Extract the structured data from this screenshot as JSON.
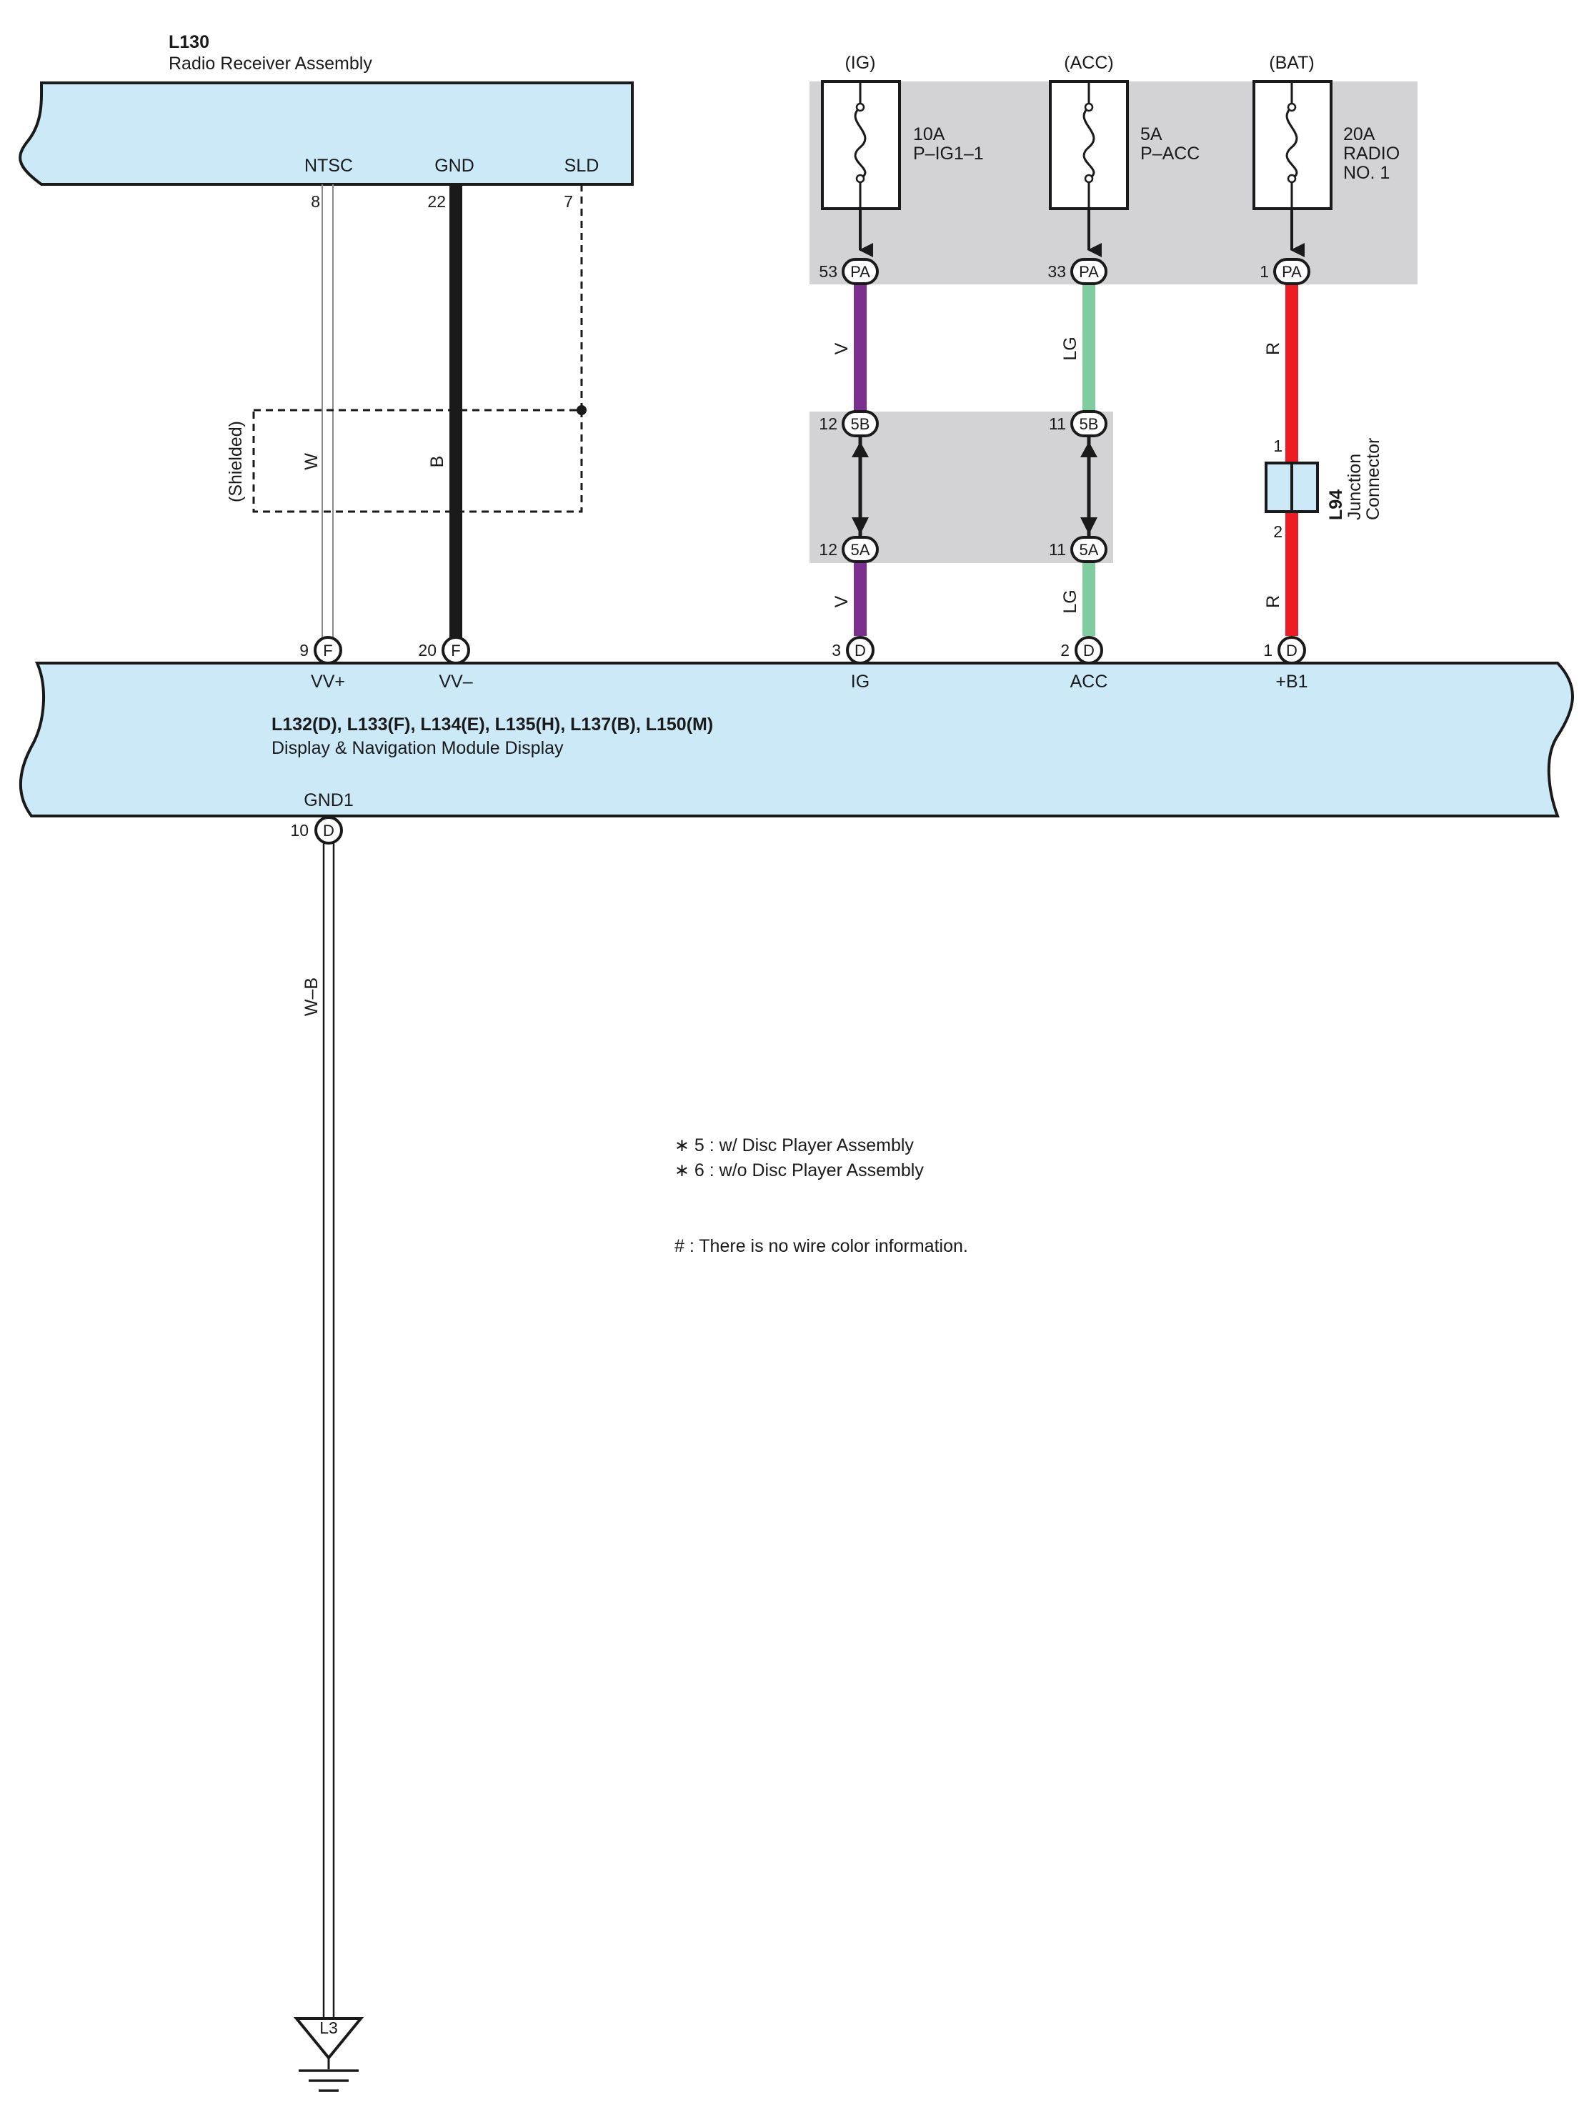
{
  "radio_receiver": {
    "code": "L130",
    "name": "Radio Receiver Assembly",
    "terminals": [
      {
        "name": "NTSC",
        "pin": "8"
      },
      {
        "name": "GND",
        "pin": "22"
      },
      {
        "name": "SLD",
        "pin": "7"
      }
    ]
  },
  "shield": {
    "label": "(Shielded)",
    "wire_w": "W",
    "wire_b": "B"
  },
  "fuse_block": {
    "fuses": [
      {
        "source": "(IG)",
        "rating": "10A",
        "name": "P–IG1–1",
        "name2": "",
        "pin": "53",
        "connector": "PA"
      },
      {
        "source": "(ACC)",
        "rating": "5A",
        "name": "P–ACC",
        "name2": "",
        "pin": "33",
        "connector": "PA"
      },
      {
        "source": "(BAT)",
        "rating": "20A",
        "name": "RADIO",
        "name2": "NO. 1",
        "pin": "1",
        "connector": "PA"
      }
    ]
  },
  "wires": {
    "ig_color": "V",
    "acc_color": "LG",
    "bat_color": "R",
    "ig_hex": "#7b2f8e",
    "acc_hex": "#7fcd9e",
    "bat_hex": "#ed1c24"
  },
  "inline_connectors": {
    "ig": {
      "top_pin": "12",
      "top_conn": "5B",
      "bottom_pin": "12",
      "bottom_conn": "5A"
    },
    "acc": {
      "top_pin": "11",
      "top_conn": "5B",
      "bottom_pin": "11",
      "bottom_conn": "5A"
    }
  },
  "junction_connector": {
    "code": "L94",
    "name_line1": "Junction",
    "name_line2": "Connector",
    "pin_top": "1",
    "pin_bottom": "2"
  },
  "display_module": {
    "codes": "L132(D), L133(F), L134(E), L135(H), L137(B), L150(M)",
    "name": "Display & Navigation Module Display",
    "top_terminals": [
      {
        "pin": "9",
        "conn": "F",
        "name": "VV+"
      },
      {
        "pin": "20",
        "conn": "F",
        "name": "VV–"
      },
      {
        "pin": "3",
        "conn": "D",
        "name": "IG"
      },
      {
        "pin": "2",
        "conn": "D",
        "name": "ACC"
      },
      {
        "pin": "1",
        "conn": "D",
        "name": "+B1"
      }
    ],
    "ground_terminal": {
      "name": "GND1",
      "pin": "10",
      "conn": "D"
    }
  },
  "ground": {
    "wire_color": "W–B",
    "point": "L3"
  },
  "notes": {
    "note1": "∗ 5 : w/ Disc Player Assembly",
    "note2": "∗ 6 : w/o Disc Player Assembly",
    "note3": "# : There is no wire color information."
  },
  "colors": {
    "module_fill": "#cce9f8",
    "block_fill": "#d3d3d5"
  }
}
